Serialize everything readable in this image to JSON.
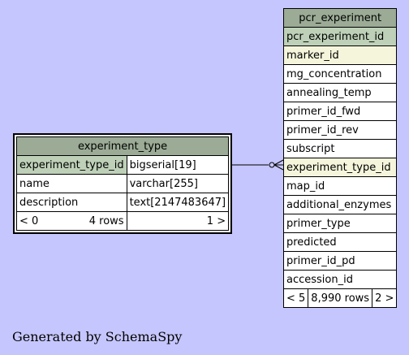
{
  "experiment_type": {
    "title": "experiment_type",
    "rows": [
      {
        "name": "experiment_type_id",
        "type": "bigserial[19]",
        "key": "pk"
      },
      {
        "name": "name",
        "type": "varchar[255]",
        "key": ""
      },
      {
        "name": "description",
        "type": "text[2147483647]",
        "key": ""
      }
    ],
    "footer": {
      "left": "< 0",
      "mid": "4 rows",
      "right": "1 >"
    }
  },
  "pcr_experiment": {
    "title": "pcr_experiment",
    "rows": [
      {
        "name": "pcr_experiment_id",
        "key": "pk"
      },
      {
        "name": "marker_id",
        "key": "fk"
      },
      {
        "name": "mg_concentration",
        "key": ""
      },
      {
        "name": "annealing_temp",
        "key": ""
      },
      {
        "name": "primer_id_fwd",
        "key": ""
      },
      {
        "name": "primer_id_rev",
        "key": ""
      },
      {
        "name": "subscript",
        "key": ""
      },
      {
        "name": "experiment_type_id",
        "key": "fk"
      },
      {
        "name": "map_id",
        "key": ""
      },
      {
        "name": "additional_enzymes",
        "key": ""
      },
      {
        "name": "primer_type",
        "key": ""
      },
      {
        "name": "predicted",
        "key": ""
      },
      {
        "name": "primer_id_pd",
        "key": ""
      },
      {
        "name": "accession_id",
        "key": ""
      }
    ],
    "footer": {
      "left": "< 5",
      "mid": "8,990 rows",
      "right": "2 >"
    }
  },
  "footer_text": "Generated by SchemaSpy"
}
